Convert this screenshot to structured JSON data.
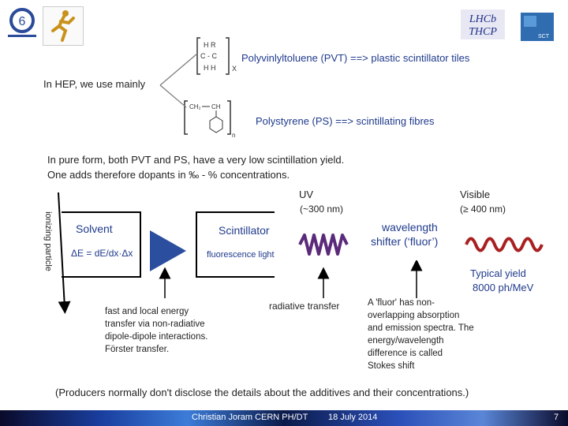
{
  "colors": {
    "body_text": "#1f1f1f",
    "highlight_blue": "#1f3a8c",
    "arrow_blue": "#2b4f9e",
    "wave_purple": "#5b2a7a",
    "wave_red": "#a82020",
    "footer_bg": "#1a3fa0"
  },
  "logos": {
    "top_left": "logo-icon",
    "top_left_label": "",
    "top_left2": "running-figure-icon",
    "top_right1": "lhcb-logo-icon",
    "top_right2": "institute-logo-icon"
  },
  "text": {
    "pvt_line": "Polyvinlyltoluene  (PVT) ==>  plastic scintillator tiles",
    "hep_line": "In HEP, we use mainly",
    "ps_line": "Polystyrene (PS) ==> scintillating fibres",
    "pure_line1": "In pure form, both PVT and PS, have a very low scintillation yield.",
    "pure_line2": "One adds therefore dopants in ‰ - % concentrations.",
    "uv_label": "UV",
    "uv_range": "(~300 nm)",
    "visible_label": "Visible",
    "visible_range": "(≥ 400 nm)",
    "ionizing": "ionizing particle",
    "solvent": "Solvent",
    "delta_e": "ΔE = dE/dx·Δx",
    "scintillator": "Scintillator",
    "fluorescence": "fluorescence light",
    "wls1": "wavelength",
    "wls2": "shifter (‘fluor’)",
    "yield1": "Typical yield",
    "yield2": "8000 ph/MeV",
    "fast_transfer": [
      "fast and local energy",
      "transfer via non-radiative",
      "dipole-dipole interactions.",
      "Förster transfer."
    ],
    "radiative": "radiative transfer",
    "fluor_note": [
      "A 'fluor' has non-",
      "overlapping absorption",
      "and emission spectra. The",
      "energy/wavelength",
      "difference is called",
      "Stokes shift"
    ],
    "producers": "(Producers normally don't disclose the details about the additives and their concentrations.)"
  },
  "chem": {
    "pvt_top": "H  R",
    "pvt_mid": "C - C",
    "pvt_bot": "H  H",
    "pvt_x": "X",
    "ps_ch2": "CH₂",
    "ps_ch": "CH",
    "ps_n": "n"
  },
  "footer": {
    "author": "Christian Joram   CERN   PH/DT",
    "date": "18 July 2014",
    "page": "7"
  }
}
